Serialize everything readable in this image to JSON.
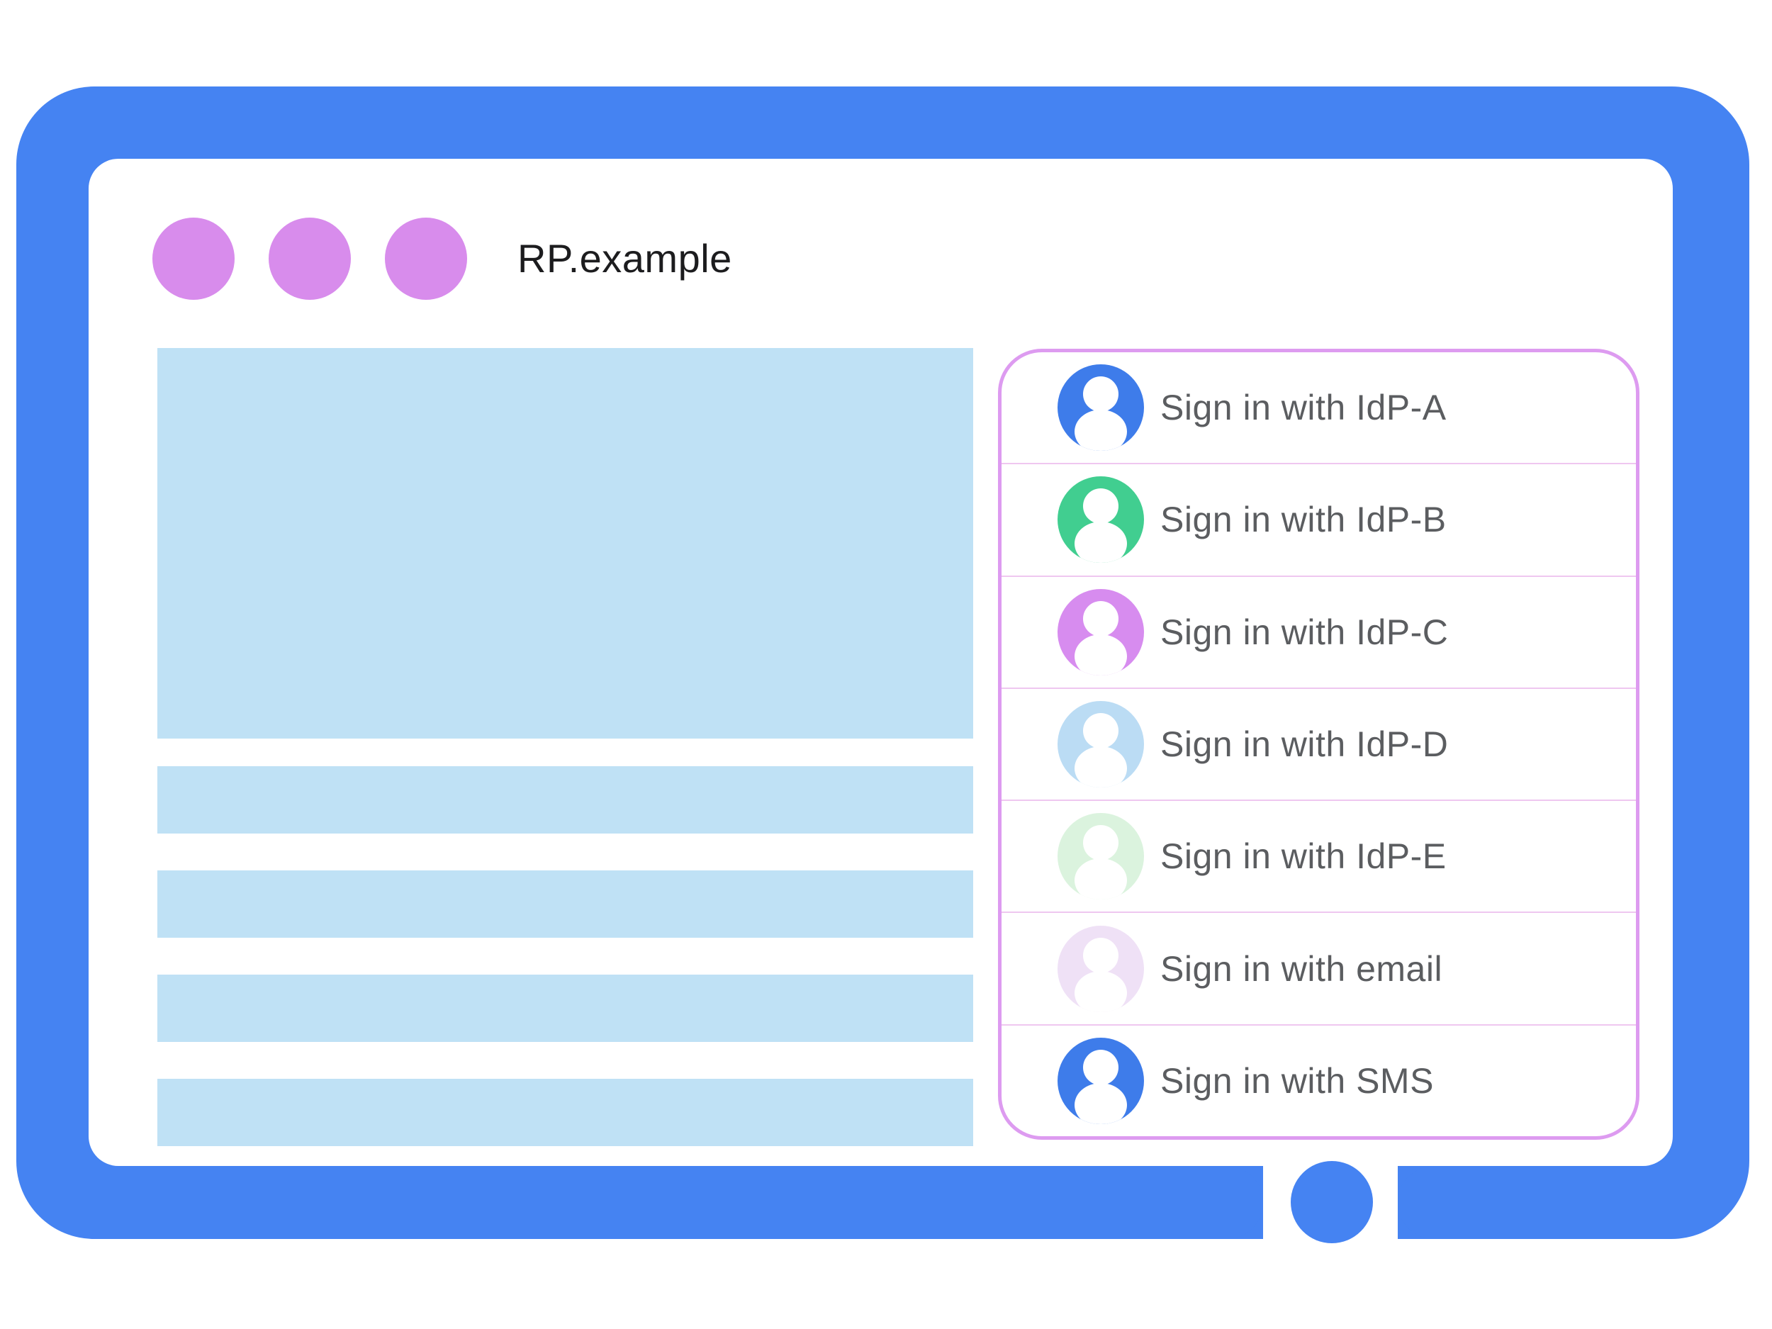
{
  "window": {
    "title": "RP.example",
    "controls": [
      {
        "icon": "window-dot"
      },
      {
        "icon": "window-dot"
      },
      {
        "icon": "window-dot"
      }
    ]
  },
  "content_placeholders": {
    "hero_blocks": 1,
    "text_bars": 4
  },
  "sign_in_panel": {
    "options": [
      {
        "label": "Sign in with IdP-A",
        "avatar_icon": "person-icon",
        "avatar_color": "#3E7CEA"
      },
      {
        "label": "Sign in with IdP-B",
        "avatar_icon": "person-icon",
        "avatar_color": "#41CE90"
      },
      {
        "label": "Sign in with IdP-C",
        "avatar_icon": "person-icon",
        "avatar_color": "#D78CEF"
      },
      {
        "label": "Sign in with IdP-D",
        "avatar_icon": "person-icon",
        "avatar_color": "#BBDCF4"
      },
      {
        "label": "Sign in with IdP-E",
        "avatar_icon": "person-icon",
        "avatar_color": "#DBF3DE"
      },
      {
        "label": "Sign in with email",
        "avatar_icon": "person-icon",
        "avatar_color": "#EFE1F6"
      },
      {
        "label": "Sign in with SMS",
        "avatar_icon": "person-icon",
        "avatar_color": "#3E7CEA"
      }
    ]
  },
  "colors": {
    "frame_blue": "#4583F2",
    "window_dot_purple": "#D88CEC",
    "content_placeholder_blue": "#BFE1F5",
    "panel_border_pink": "#DD9BF0",
    "row_divider_pink": "#EFC7F0",
    "label_gray": "#5B5D60",
    "title_black": "#1C1C1E"
  }
}
